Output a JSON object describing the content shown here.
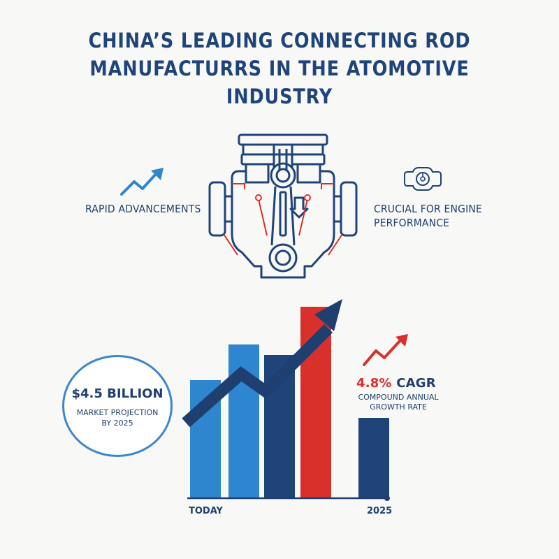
{
  "title": {
    "line1": "CHINA’S LEADING CONNECTING ROD",
    "line2": "MANUFACTURRS IN THE ATOMOTIVE INDUSTRY"
  },
  "callouts": {
    "left": "RAPID ADVANCEMENTS",
    "right_line1": "CRUCIAL FOR ENGINE",
    "right_line2": "PERFORMANCE"
  },
  "icons": {
    "left": "trend-up-arrow-icon",
    "right": "gauge-icon",
    "center": "engine-connecting-rod-icon",
    "cagr": "trend-up-arrow-icon"
  },
  "market": {
    "value": "$4.5 BILLION",
    "sub_line1": "MARKET PROJECTION",
    "sub_line2": "BY 2025"
  },
  "cagr": {
    "value": "4.8% CAGR",
    "sub_line1": "COMPOUND ANNUAL",
    "sub_line2": "GROWTH RATE"
  },
  "axis": {
    "start": "TODAY",
    "end": "2025"
  },
  "colors": {
    "navy": "#1e3f70",
    "blue": "#2f86d0",
    "red": "#d9302c"
  },
  "chart_data": {
    "type": "bar",
    "categories": [
      "",
      "",
      "",
      "",
      ""
    ],
    "values": [
      56,
      73,
      68,
      91,
      38
    ],
    "colors": [
      "#2e86cf",
      "#2f86d0",
      "#1f4479",
      "#d9302c",
      "#1f4479"
    ]
  }
}
